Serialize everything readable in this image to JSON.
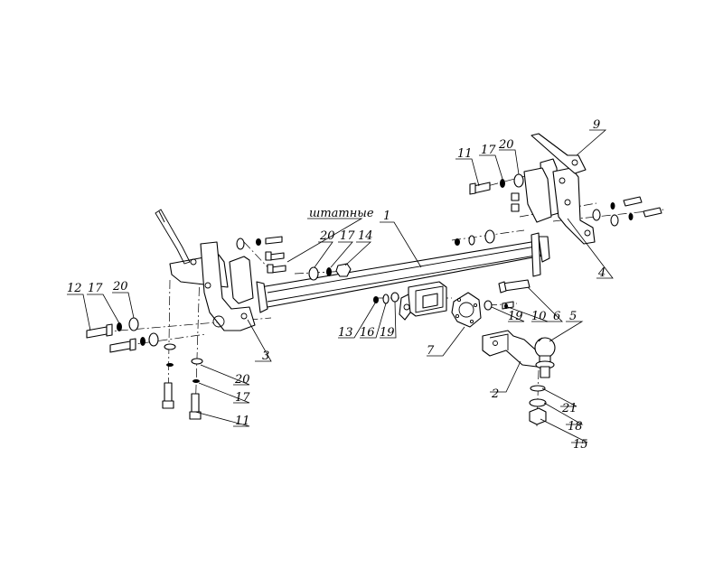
{
  "labels": {
    "l1": "1",
    "l2": "2",
    "l3": "3",
    "l4": "4",
    "l5": "5",
    "l6": "6",
    "l7": "7",
    "l9": "9",
    "l10": "10",
    "l11a": "11",
    "l11b": "11",
    "l12": "12",
    "l13": "13",
    "l14": "14",
    "l15": "15",
    "l16": "16",
    "l17a": "17",
    "l17b": "17",
    "l17c": "17",
    "l17d": "17",
    "l18": "18",
    "l19a": "19",
    "l19b": "19",
    "l20a": "20",
    "l20b": "20",
    "l20c": "20",
    "l20d": "20",
    "l21": "21",
    "shtatnye": "штатные"
  }
}
